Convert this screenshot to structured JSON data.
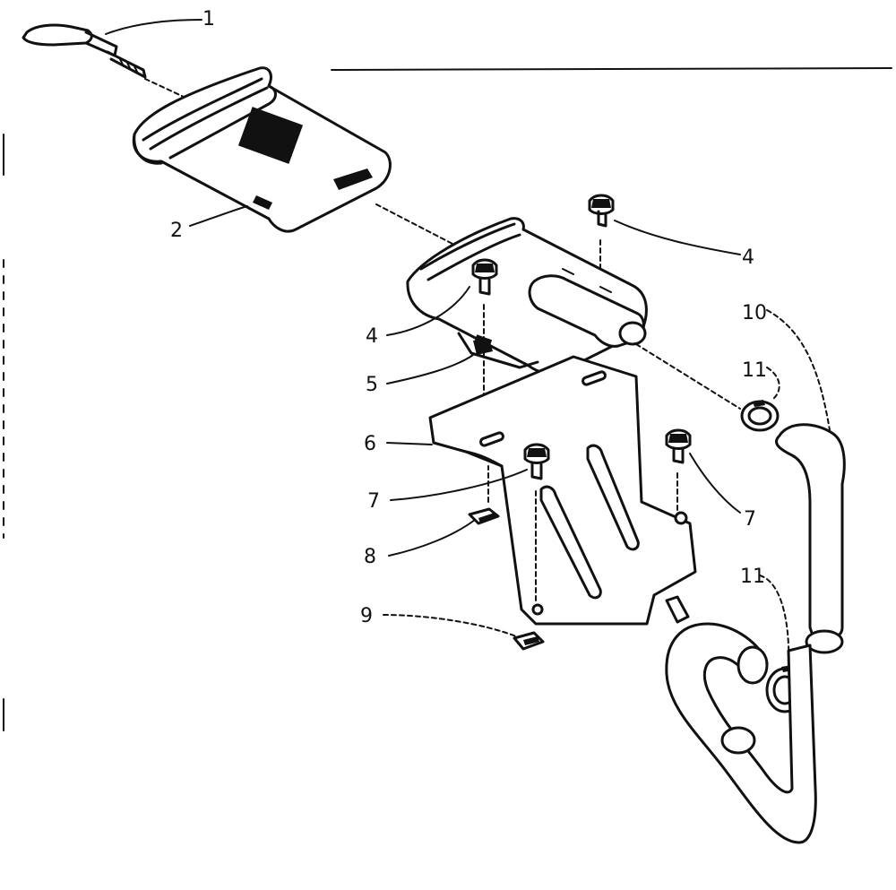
{
  "callouts": [
    {
      "id": "c1",
      "text": "1"
    },
    {
      "id": "c2",
      "text": "2"
    },
    {
      "id": "c4a",
      "text": "4"
    },
    {
      "id": "c4b",
      "text": "4"
    },
    {
      "id": "c5",
      "text": "5"
    },
    {
      "id": "c6",
      "text": "6"
    },
    {
      "id": "c7a",
      "text": "7"
    },
    {
      "id": "c7b",
      "text": "7"
    },
    {
      "id": "c8",
      "text": "8"
    },
    {
      "id": "c9",
      "text": "9"
    },
    {
      "id": "c10",
      "text": "10"
    },
    {
      "id": "c11a",
      "text": "11"
    },
    {
      "id": "c11b",
      "text": "11"
    }
  ]
}
